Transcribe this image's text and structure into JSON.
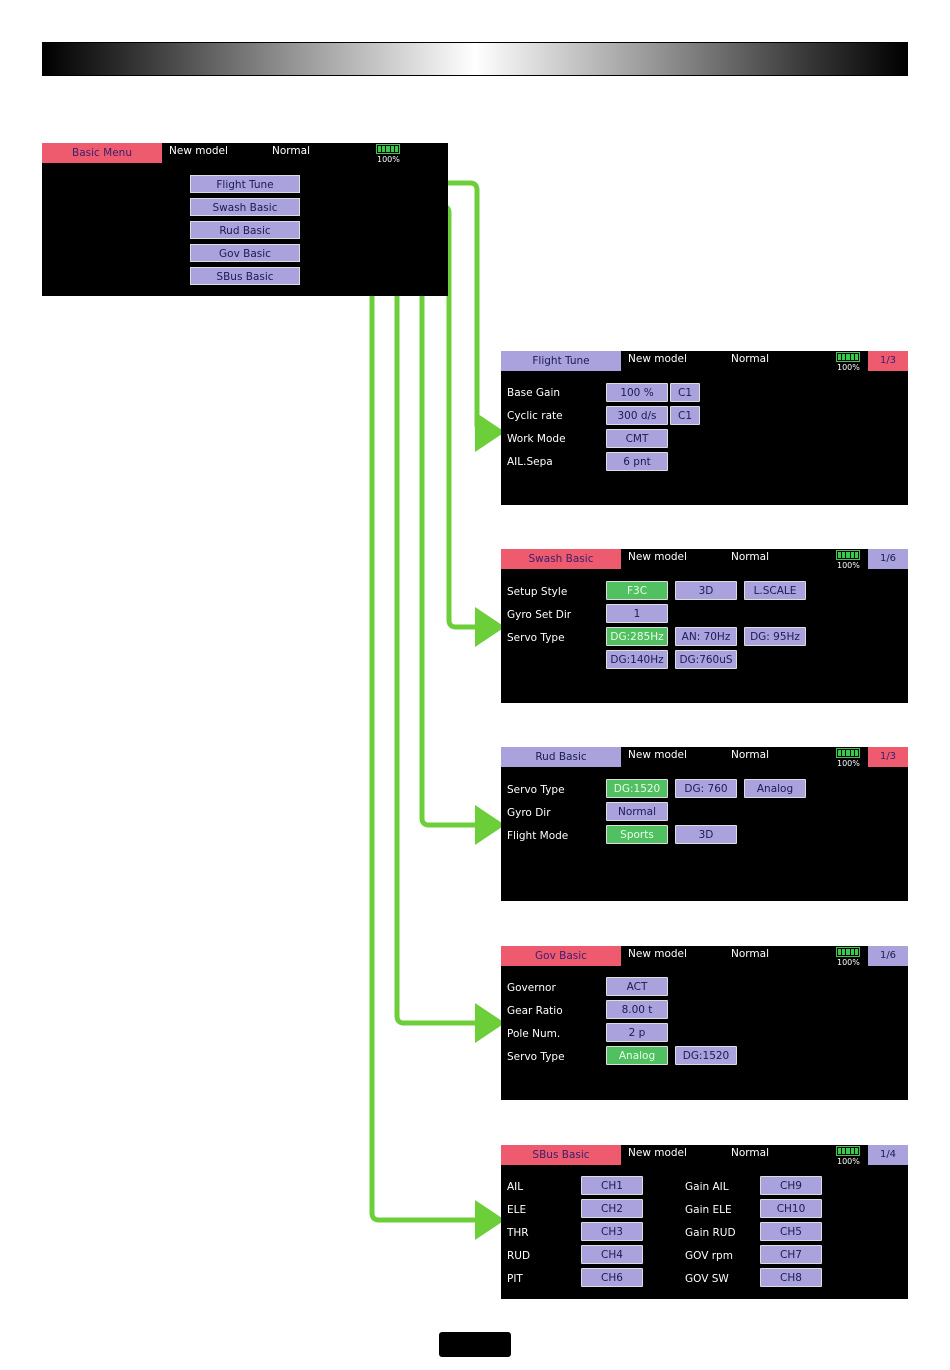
{
  "colors": {
    "accent_pink": "#ee5a6e",
    "lavender": "#a9a2dd",
    "green": "#50c060",
    "arrow": "#6ccf3a"
  },
  "battery": {
    "percent": "100%"
  },
  "basic_menu": {
    "title": "Basic Menu",
    "model": "New model",
    "mode": "Normal",
    "items": [
      "Flight Tune",
      "Swash Basic",
      "Rud Basic",
      "Gov Basic",
      "SBus Basic"
    ]
  },
  "flight_tune": {
    "title": "Flight Tune",
    "model": "New model",
    "mode": "Normal",
    "page": "1/3",
    "rows": [
      {
        "label": "Base Gain",
        "value": "100 %",
        "extra": "C1"
      },
      {
        "label": "Cyclic rate",
        "value": "300 d/s",
        "extra": "C1"
      },
      {
        "label": "Work Mode",
        "value": "CMT"
      },
      {
        "label": "AIL.Sepa",
        "value": "6 pnt"
      }
    ]
  },
  "swash_basic": {
    "title": "Swash Basic",
    "model": "New model",
    "mode": "Normal",
    "page": "1/6",
    "labels": {
      "setup_style": "Setup Style",
      "gyro_set_dir": "Gyro Set Dir",
      "servo_type": "Servo Type"
    },
    "setup_style_options": [
      "F3C",
      "3D",
      "L.SCALE"
    ],
    "gyro_set_dir": "1",
    "servo_type_options": [
      "DG:285Hz",
      "AN: 70Hz",
      "DG: 95Hz",
      "DG:140Hz",
      "DG:760uS"
    ]
  },
  "rud_basic": {
    "title": "Rud Basic",
    "model": "New model",
    "mode": "Normal",
    "page": "1/3",
    "labels": {
      "servo_type": "Servo Type",
      "gyro_dir": "Gyro Dir",
      "flight_mode": "Flight Mode"
    },
    "servo_type_options": [
      "DG:1520",
      "DG: 760",
      "Analog"
    ],
    "gyro_dir": "Normal",
    "flight_mode_options": [
      "Sports",
      "3D"
    ]
  },
  "gov_basic": {
    "title": "Gov Basic",
    "model": "New model",
    "mode": "Normal",
    "page": "1/6",
    "labels": {
      "governor": "Governor",
      "gear_ratio": "Gear Ratio",
      "pole_num": "Pole Num.",
      "servo_type": "Servo Type"
    },
    "governor": "ACT",
    "gear_ratio": "8.00 t",
    "pole_num": "2 p",
    "servo_type_options": [
      "Analog",
      "DG:1520"
    ]
  },
  "sbus_basic": {
    "title": "SBus Basic",
    "model": "New model",
    "mode": "Normal",
    "page": "1/4",
    "left": [
      {
        "label": "AIL",
        "value": "CH1"
      },
      {
        "label": "ELE",
        "value": "CH2"
      },
      {
        "label": "THR",
        "value": "CH3"
      },
      {
        "label": "RUD",
        "value": "CH4"
      },
      {
        "label": "PIT",
        "value": "CH6"
      }
    ],
    "right": [
      {
        "label": "Gain AIL",
        "value": "CH9"
      },
      {
        "label": "Gain ELE",
        "value": "CH10"
      },
      {
        "label": "Gain RUD",
        "value": "CH5"
      },
      {
        "label": "GOV rpm",
        "value": "CH7"
      },
      {
        "label": "GOV SW",
        "value": "CH8"
      }
    ]
  }
}
